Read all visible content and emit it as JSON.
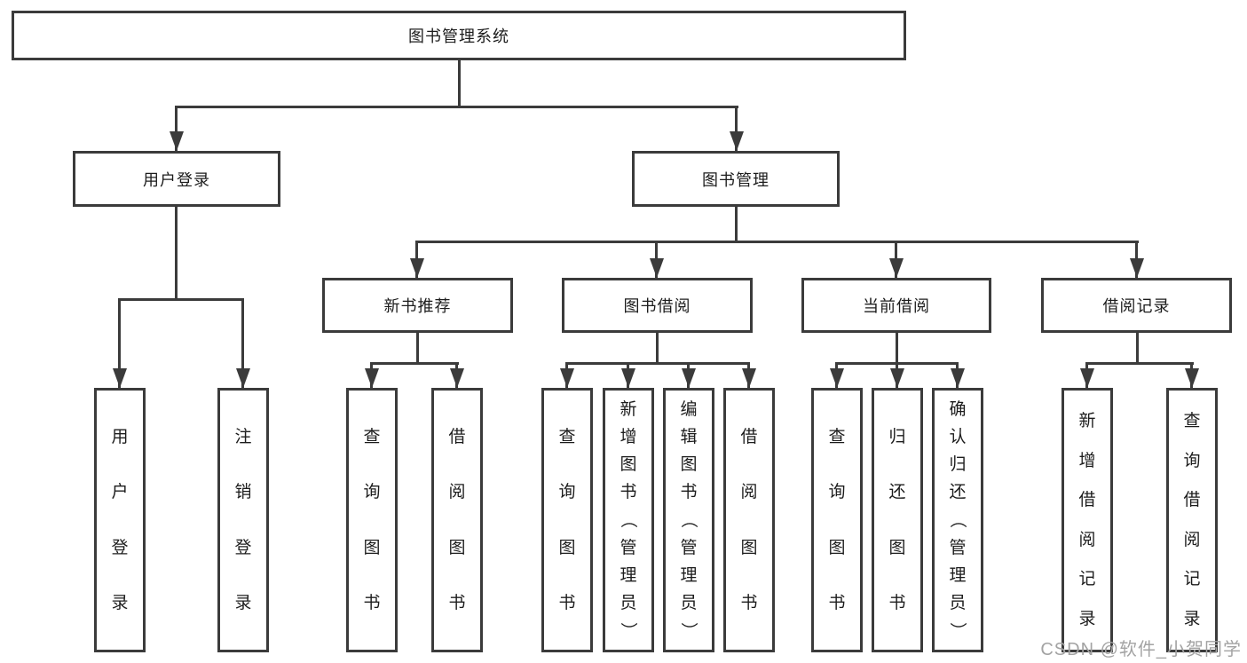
{
  "tree": {
    "label": "图书管理系统",
    "children": [
      {
        "label": "用户登录",
        "children": [
          {
            "label": "用户登录"
          },
          {
            "label": "注销登录"
          }
        ]
      },
      {
        "label": "图书管理",
        "children": [
          {
            "label": "新书推荐",
            "children": [
              {
                "label": "查询图书"
              },
              {
                "label": "借阅图书"
              }
            ]
          },
          {
            "label": "图书借阅",
            "children": [
              {
                "label": "查询图书"
              },
              {
                "label": "新增图书（管理员）"
              },
              {
                "label": "编辑图书（管理员）"
              },
              {
                "label": "借阅图书"
              }
            ]
          },
          {
            "label": "当前借阅",
            "children": [
              {
                "label": "查询图书"
              },
              {
                "label": "归还图书"
              },
              {
                "label": "确认归还（管理员）"
              }
            ]
          },
          {
            "label": "借阅记录",
            "children": [
              {
                "label": "新增借阅记录"
              },
              {
                "label": "查询借阅记录"
              }
            ]
          }
        ]
      }
    ]
  },
  "watermark": {
    "text": "CSDN @软件_小贺同学"
  },
  "colors": {
    "line": "#3b3b3b",
    "text": "#1c1c1c",
    "watermark": "#a3a3a3",
    "background": "#ffffff"
  }
}
